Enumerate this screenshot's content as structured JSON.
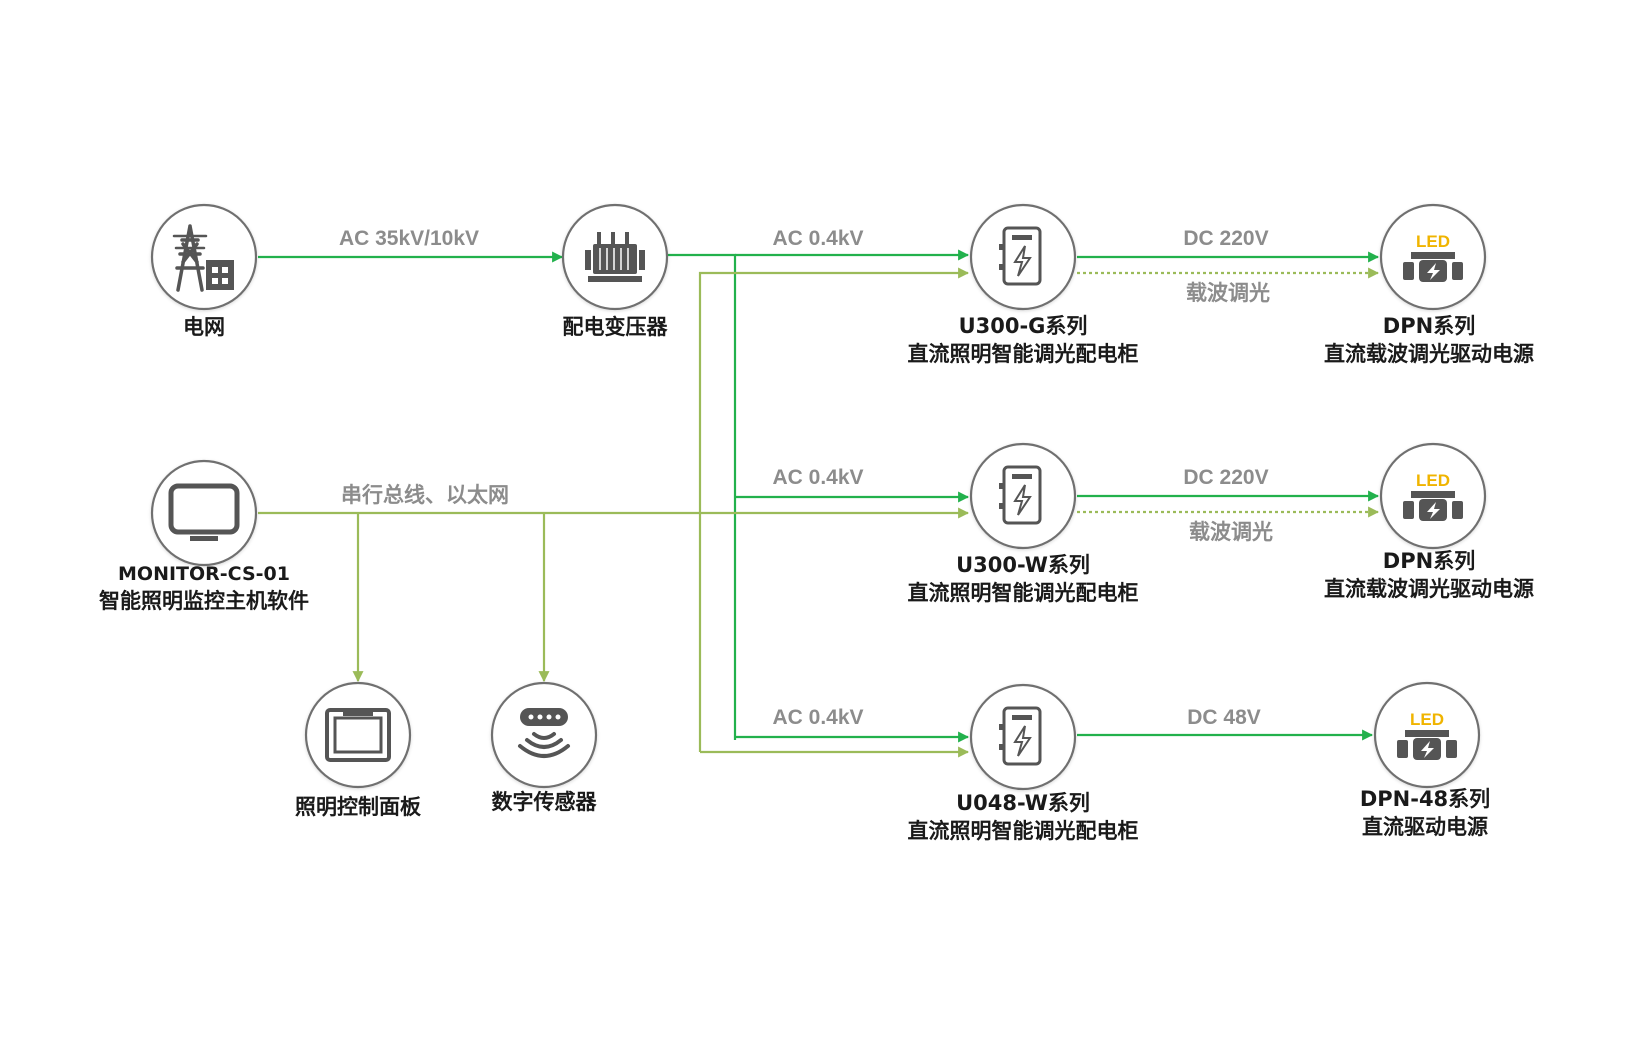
{
  "colors": {
    "power_line": "#22b14c",
    "control_line": "#9bbb59",
    "icon": "#555555",
    "node_border": "#707070",
    "led": "#f0b400"
  },
  "nodes": {
    "grid": {
      "label": "电网",
      "icon": "power-tower-icon"
    },
    "transformer": {
      "label": "配电变压器",
      "icon": "transformer-icon"
    },
    "cabinet_g": {
      "model": "U300-G系列",
      "desc": "直流照明智能调光配电柜",
      "icon": "distribution-cabinet-icon"
    },
    "cabinet_w": {
      "model": "U300-W系列",
      "desc": "直流照明智能调光配电柜",
      "icon": "distribution-cabinet-icon"
    },
    "cabinet_048": {
      "model": "U048-W系列",
      "desc": "直流照明智能调光配电柜",
      "icon": "distribution-cabinet-icon"
    },
    "driver_1": {
      "model": "DPN系列",
      "desc": "直流载波调光驱动电源",
      "icon": "led-driver-icon",
      "badge": "LED"
    },
    "driver_2": {
      "model": "DPN系列",
      "desc": "直流载波调光驱动电源",
      "icon": "led-driver-icon",
      "badge": "LED"
    },
    "driver_3": {
      "model": "DPN-48系列",
      "desc": "直流驱动电源",
      "icon": "led-driver-icon",
      "badge": "LED"
    },
    "monitor": {
      "model": "MONITOR-CS-01",
      "desc": "智能照明监控主机软件",
      "icon": "monitor-icon"
    },
    "panel": {
      "label": "照明控制面板",
      "icon": "control-panel-icon"
    },
    "sensor": {
      "label": "数字传感器",
      "icon": "sensor-icon"
    }
  },
  "edges": {
    "grid_to_transformer": "AC 35kV/10kV",
    "transformer_to_cabinet_1": "AC 0.4kV",
    "transformer_to_cabinet_2": "AC 0.4kV",
    "transformer_to_cabinet_3": "AC 0.4kV",
    "cabinet_to_driver_1": "DC 220V",
    "cabinet_to_driver_2": "DC 220V",
    "cabinet_to_driver_3": "DC 48V",
    "carrier_dimming_1": "载波调光",
    "carrier_dimming_2": "载波调光",
    "monitor_bus": "串行总线、以太网"
  }
}
